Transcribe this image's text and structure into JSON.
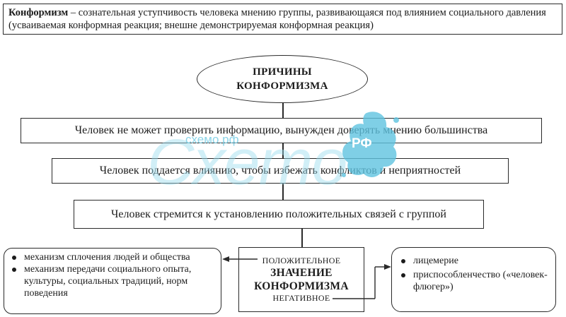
{
  "definition": {
    "term": "Конформизм",
    "text": " – сознательная уступчивость человека мнению группы, развивающаяся под влиянием социального давления (усваиваемая конформная реакция; внешне демонстрируемая конформная реакция)"
  },
  "causes": {
    "title_line1": "ПРИЧИНЫ",
    "title_line2": "КОНФОРМИЗМА",
    "items": [
      "Человек не может проверить информацию, вынужден доверять мнению большинства",
      "Человек поддается влиянию, чтобы избежать конфликтов и неприятностей",
      "Человек стремится к установлению положительных связей с группой"
    ]
  },
  "significance": {
    "positive_label": "ПОЛОЖИТЕЛЬНОЕ",
    "title_line1": "ЗНАЧЕНИЕ",
    "title_line2": "КОНФОРМИЗМА",
    "negative_label": "НЕГАТИВНОЕ"
  },
  "positive_items": [
    "механизм сплочения людей и общества",
    "механизм передачи социального опыта, культуры, социальных традиций, норм поведения"
  ],
  "negative_items": [
    "лицемерие",
    "приспособленчество («человек-флюгер»)"
  ],
  "watermark": {
    "site": "схемо.рф",
    "big": "Cxemo",
    "rf": "РФ"
  },
  "colors": {
    "line": "#2a2a2a",
    "watermark_blue": "#5fc3e0"
  }
}
